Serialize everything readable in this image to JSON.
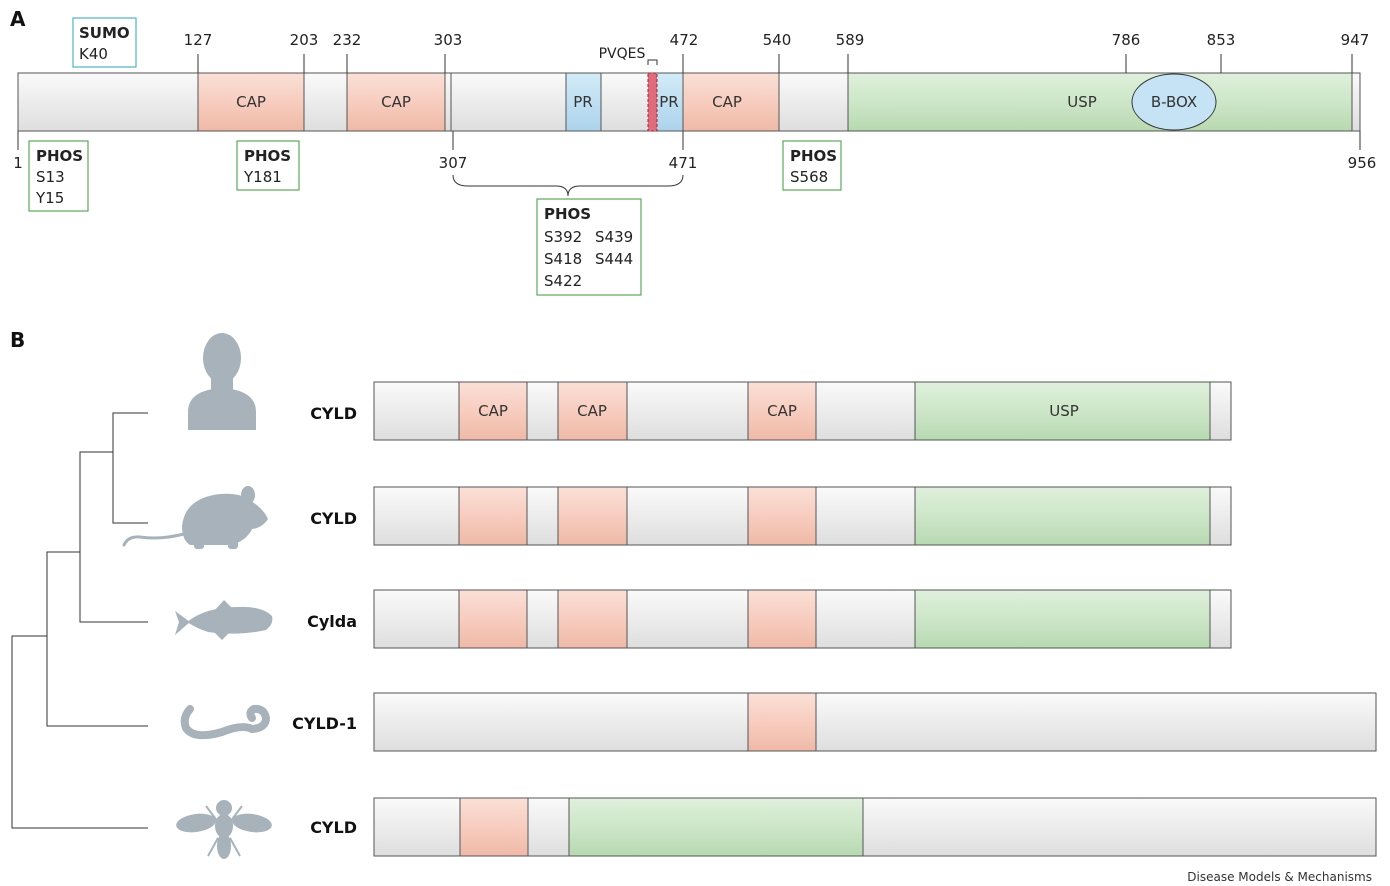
{
  "panel_a": {
    "label": "A",
    "positions_top": [
      "127",
      "203",
      "232",
      "303",
      "472",
      "540",
      "589",
      "786",
      "853",
      "947"
    ],
    "positions_bottom": [
      "1",
      "307",
      "471",
      "956"
    ],
    "motif_label": "PVQES",
    "domains": {
      "cap1": "CAP",
      "cap2": "CAP",
      "cap3": "CAP",
      "pr1": "PR",
      "pr2": "PR",
      "usp": "USP",
      "bbox": "B-BOX"
    },
    "sumo_box": {
      "title": "SUMO",
      "site": "K40"
    },
    "phos_boxes": [
      {
        "title": "PHOS",
        "sites": [
          "S13",
          "Y15"
        ]
      },
      {
        "title": "PHOS",
        "sites": [
          "Y181"
        ]
      },
      {
        "title": "PHOS",
        "sites": [
          "S568"
        ]
      },
      {
        "title": "PHOS",
        "sites": [
          "S392",
          "S439",
          "S418",
          "S444",
          "S422"
        ]
      }
    ]
  },
  "panel_b": {
    "label": "B",
    "species": [
      {
        "organism_icon": "human-icon",
        "protein": "CYLD",
        "cap_labels": [
          "CAP",
          "CAP",
          "CAP"
        ],
        "usp_label": "USP"
      },
      {
        "organism_icon": "mouse-icon",
        "protein": "CYLD"
      },
      {
        "organism_icon": "zebrafish-icon",
        "protein": "Cylda"
      },
      {
        "organism_icon": "worm-icon",
        "protein": "CYLD-1"
      },
      {
        "organism_icon": "fly-icon",
        "protein": "CYLD"
      }
    ]
  },
  "footer": {
    "journal": "Disease Models & Mechanisms"
  },
  "colors": {
    "backbone": "#efefef",
    "cap": "#f7cfc2",
    "pr": "#bfe0f3",
    "usp": "#cde7c9",
    "bbox": "#bfe0f3",
    "motif": "#e06a78",
    "sumo_border": "#4fb4c9",
    "phos_border": "#5aaa5a",
    "silhouette": "#a7b2bb"
  }
}
